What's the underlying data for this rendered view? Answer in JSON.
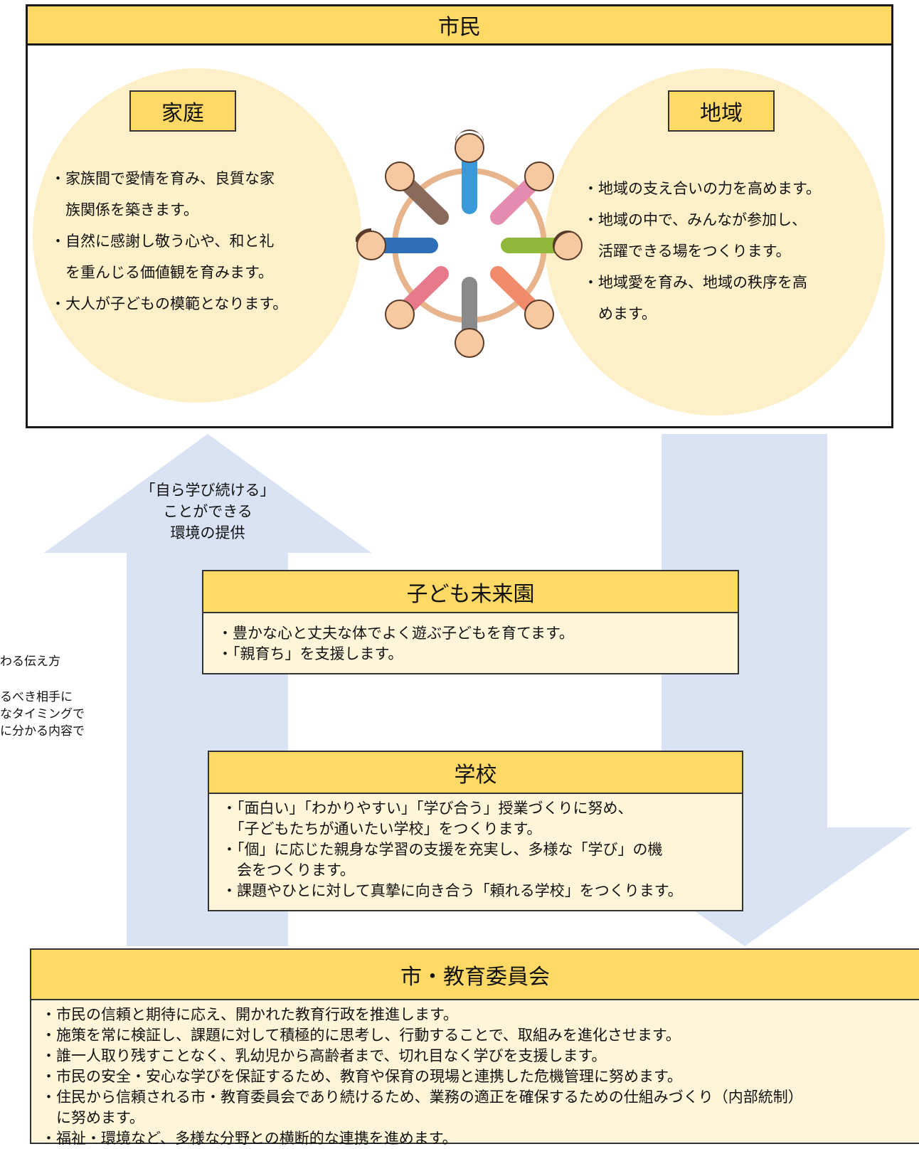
{
  "citizen": {
    "title": "市民",
    "family": {
      "label": "家庭",
      "lines": [
        "・家族間で愛情を育み、良質な家",
        "　族関係を築きます。",
        "・自然に感謝し敬う心や、和と礼",
        "　を重んじる価値観を育みます。",
        "・大人が子どもの模範となります。"
      ]
    },
    "community": {
      "label": "地域",
      "lines": [
        "・地域の支え合いの力を高めます。",
        "・地域の中で、みんなが参加し、",
        "　活躍できる場をつくります。",
        "・地域愛を育み、地域の秩序を高",
        "　めます。"
      ]
    },
    "illustration": "people-holding-hands-in-circle"
  },
  "up_arrow": {
    "lines": [
      "「自ら学び続ける」",
      "ことができる",
      "環境の提供"
    ]
  },
  "side_note": {
    "lines": [
      "わる伝え方",
      "るべき相手に",
      "なタイミングで",
      "に分かる内容で"
    ]
  },
  "kindergarten": {
    "title": "子ども未来園",
    "lines": [
      "・豊かな心と丈夫な体でよく遊ぶ子どもを育てます。",
      "・「親育ち」を支援します。"
    ]
  },
  "school": {
    "title": "学校",
    "lines": [
      "・「面白い」「わかりやすい」「学び合う」授業づくりに努め、",
      "　「子どもたちが通いたい学校」をつくります。",
      "・「個」に応じた親身な学習の支援を充実し、多様な「学び」の機",
      "　会をつくります。",
      "・課題やひとに対して真摯に向き合う「頼れる学校」をつくります。"
    ]
  },
  "board": {
    "title": "市・教育委員会",
    "lines": [
      "・市民の信頼と期待に応え、開かれた教育行政を推進します。",
      "・施策を常に検証し、課題に対して積極的に思考し、行動することで、取組みを進化させます。",
      "・誰一人取り残すことなく、乳幼児から高齢者まで、切れ目なく学びを支援します。",
      "・市民の安全・安心な学びを保証するため、教育や保育の現場と連携した危機管理に努めます。",
      "・住民から信頼される市・教育委員会であり続けるため、業務の適正を確保するための仕組みづくり（内部統制）",
      "　に努めます。",
      "・福祉・環境など、多様な分野との横断的な連携を進めます。"
    ]
  },
  "colors": {
    "header_yellow": "#ffd966",
    "box_fill": "#fff6d9",
    "circle_fill": "#fdf0c8",
    "arrow_blue": "#dae3f3"
  }
}
